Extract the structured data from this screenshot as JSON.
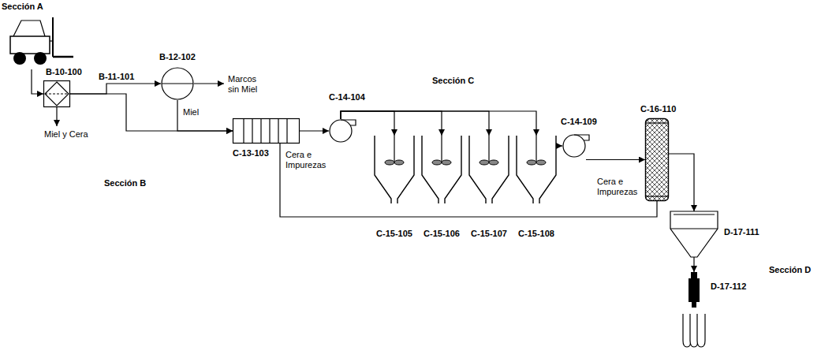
{
  "diagram": {
    "nodes": [
      {
        "text": [
          "Sección A"
        ]
      },
      {
        "text": [
          "B-10-100"
        ]
      },
      {
        "text": [
          "B-12-102"
        ]
      },
      {
        "text": [
          "C-13-103"
        ]
      },
      {
        "text": [
          "C-14-104"
        ]
      },
      {
        "text": [
          "C-15-105"
        ]
      },
      {
        "text": [
          "C-15-106"
        ]
      },
      {
        "text": [
          "C-15-107"
        ]
      },
      {
        "text": [
          "C-15-108"
        ]
      },
      {
        "text": [
          "C-14-109"
        ]
      },
      {
        "text": [
          "C-16-110"
        ]
      },
      {
        "text": [
          "D-17-111"
        ]
      },
      {
        "text": [
          "D-17-112"
        ]
      }
    ],
    "edges": [
      {
        "from": 0,
        "to": 1,
        "arrow": "to"
      },
      {
        "from": 1,
        "to": 2,
        "arrow": "to"
      },
      {
        "from": 1,
        "to": 3,
        "arrow": "to"
      },
      {
        "from": 2,
        "to": 3,
        "arrow": "to"
      },
      {
        "from": 3,
        "to": 4,
        "arrow": "to"
      },
      {
        "from": 4,
        "to": 5,
        "arrow": "to"
      },
      {
        "from": 4,
        "to": 6,
        "arrow": "to"
      },
      {
        "from": 4,
        "to": 7,
        "arrow": "to"
      },
      {
        "from": 4,
        "to": 8,
        "arrow": "to"
      },
      {
        "from": 8,
        "to": 9,
        "arrow": "to"
      },
      {
        "from": 9,
        "to": 10,
        "arrow": "to"
      },
      {
        "from": 10,
        "to": 11,
        "arrow": "to"
      },
      {
        "from": 11,
        "to": 12,
        "arrow": "to"
      }
    ],
    "labels": [
      "Miel y Cera",
      "B-11-101",
      "Marcos sin Miel",
      "Miel",
      "Sección B",
      "Cera e Impurezas",
      "Sección C",
      "Cera e Impurezas",
      "Sección D"
    ]
  }
}
